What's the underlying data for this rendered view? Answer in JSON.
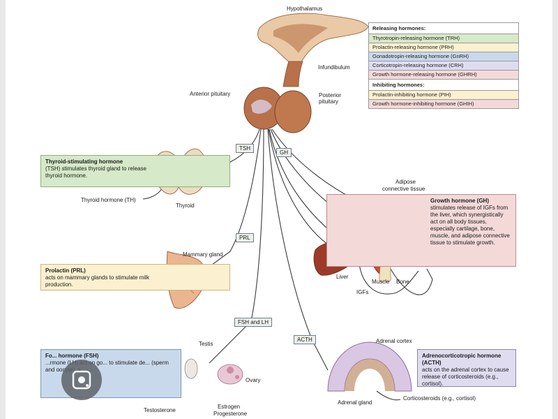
{
  "labels": {
    "hypothalamus": "Hypothalamus",
    "infundibulum": "Infundibulum",
    "anterior_pituitary": "Anterior pituitary",
    "posterior_pituitary_1": "Posterior",
    "posterior_pituitary_2": "pituitary",
    "thyroid": "Thyroid",
    "thyroid_hormone": "Thyroid hormone (TH)",
    "mammary_gland": "Mammary gland",
    "adipose_1": "Adipose",
    "adipose_2": "connective tissue",
    "liver": "Liver",
    "muscle": "Muscle",
    "bone": "Bone",
    "igfs": "IGFs",
    "testis": "Testis",
    "ovary": "Ovary",
    "testosterone": "Testosterone",
    "estrogen": "Estrogen",
    "progesterone": "Progesterone",
    "adrenal_cortex": "Adrenal cortex",
    "adrenal_gland": "Adrenal gland",
    "corticosteroids": "Corticosteroids (e.g., cortisol)"
  },
  "tags": {
    "tsh": "TSH",
    "gh": "GH",
    "prl": "PRL",
    "fsh_lh": "FSH and LH",
    "acth": "ACTH"
  },
  "hormone_table": {
    "releasing_header": "Releasing hormones:",
    "releasing": [
      {
        "text": "Thyrotropin-releasing hormone (TRH)",
        "color": "#d6e9c8"
      },
      {
        "text": "Prolactin-releasing hormone (PRH)",
        "color": "#fbf0cf"
      },
      {
        "text": "Gonadotropin-releasing hormone (GnRH)",
        "color": "#c9d9ec"
      },
      {
        "text": "Corticotropin-releasing hormone (CRH)",
        "color": "#e0dcf0"
      },
      {
        "text": "Growth hormone-releasing hormone (GHRH)",
        "color": "#f4d9d9"
      }
    ],
    "inhibiting_header": "Inhibiting hormones:",
    "inhibiting": [
      {
        "text": "Prolactin-inhibiting hormone (PIH)",
        "color": "#fbf0cf"
      },
      {
        "text": "Growth hormone-inhibiting hormone (GHIH)",
        "color": "#f4d9d9"
      }
    ]
  },
  "boxes": {
    "tsh_box": {
      "title": "Thyroid-stimulating hormone",
      "body": "(TSH) stimulates thyroid gland to release thyroid hormone.",
      "color": "#d6e9c8"
    },
    "prl_box": {
      "title": "Prolactin (PRL)",
      "body": "acts on mammary glands to stimulate milk production.",
      "color": "#fbf0cf"
    },
    "gh_box": {
      "title": "Growth hormone (GH)",
      "body": "stimulates release of IGFs from the liver, which synergistically act on all body tissues, especially cartilage, bone, muscle, and adipose connective tissue to stimulate growth.",
      "color": "#f4d9d9"
    },
    "fsh_box": {
      "title": "Fo... hormone (FSH)",
      "body": "...rmone (LH) act on go... to stimulate de... (sperm and oocyte), a... ...",
      "color": "#c9d9ec"
    },
    "acth_box": {
      "title": "Adrenocorticotropic hormone (ACTH)",
      "body": "acts on the adrenal cortex to cause release of corticosteroids (e.g., cortisol).",
      "color": "#e0dcf0"
    }
  },
  "colors": {
    "line": "#3b3b3b",
    "gland_brown": "#b8714a",
    "gland_tan": "#e9c9a6",
    "adipose_yellow": "#f2dd8a"
  }
}
